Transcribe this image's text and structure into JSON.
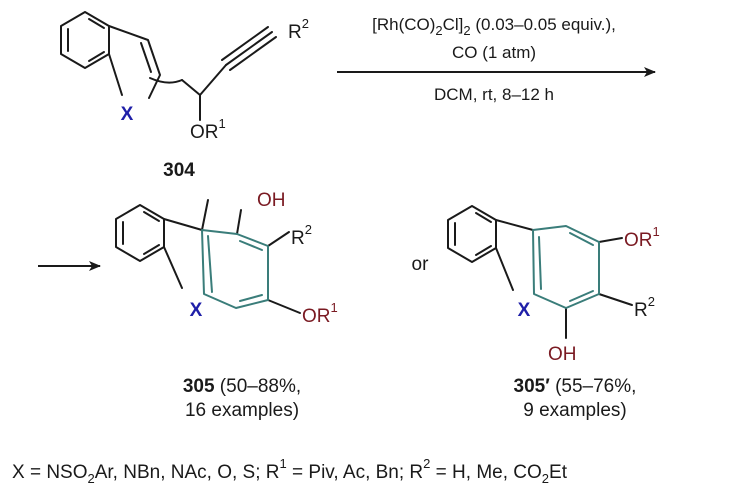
{
  "colors": {
    "bond": "#1a1a1a",
    "new_ring": "#3a7d7a",
    "heteroatom": "#1f1fa8",
    "oxygen_groups": "#7a1a22"
  },
  "reactant": {
    "id": "304",
    "heteroatom": "X",
    "alkyne_sub": "R",
    "alkyne_sub_sup": "2",
    "ether": "OR",
    "ether_sup": "1"
  },
  "conditions": {
    "catalyst_a": "[Rh(CO)",
    "catalyst_sub1": "2",
    "catalyst_b": "Cl]",
    "catalyst_sub2": "2",
    "catalyst_c": " (0.03–0.05 equiv.),",
    "gas": "CO (1 atm)",
    "solvent": "DCM, rt, 8–12 h"
  },
  "product_a": {
    "id": "305",
    "yield": " (50–88%,",
    "examples": "16 examples)",
    "hydroxy": "OH",
    "r2": "R",
    "r2_sup": "2",
    "or1": "OR",
    "or1_sup": "1",
    "heteroatom": "X"
  },
  "separator": "or",
  "product_b": {
    "id": "305′",
    "yield": " (55–76%,",
    "examples": "9 examples)",
    "or1": "OR",
    "or1_sup": "1",
    "r2": "R",
    "r2_sup": "2",
    "hydroxy": "OH",
    "heteroatom": "X"
  },
  "footnote": {
    "x_def_a": "X = NSO",
    "x_def_sub": "2",
    "x_def_b": "Ar, NBn, NAc, O, S; R",
    "r1_sup": "1",
    "r1_def": " = Piv, Ac, Bn; R",
    "r2_sup": "2",
    "r2_def_a": " = H, Me, CO",
    "r2_def_sub": "2",
    "r2_def_b": "Et"
  }
}
